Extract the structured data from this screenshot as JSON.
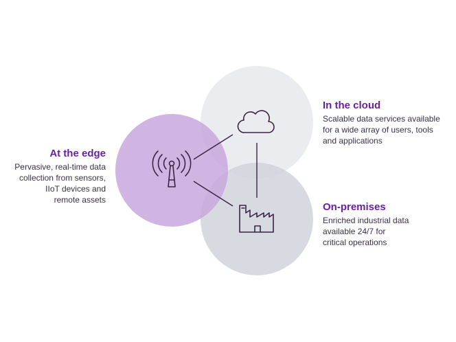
{
  "colors": {
    "edge_circle": "#c8a7de",
    "cloud_circle": "#e6e9ec",
    "onprem_circle": "#d0d3da",
    "title_accent": "#6a1fa3",
    "icon_stroke": "#3b2343"
  },
  "icons": {
    "edge": "antenna-icon",
    "cloud": "cloud-icon",
    "onprem": "factory-icon"
  },
  "cloud": {
    "title": "In the cloud",
    "lines": [
      "Scalable data services available",
      "for a wide array of users, tools",
      "and applications"
    ]
  },
  "edge": {
    "title": "At the edge",
    "lines": [
      "Pervasive, real-time data",
      "collection from sensors,",
      "IIoT devices and",
      "remote assets"
    ]
  },
  "onprem": {
    "title": "On-premises",
    "lines": [
      "Enriched industrial data",
      "available 24/7 for",
      "critical operations"
    ]
  }
}
